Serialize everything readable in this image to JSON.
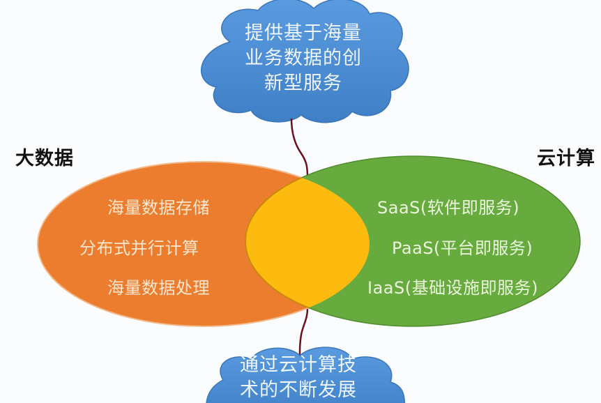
{
  "left_circle": {
    "title": "大数据",
    "items": [
      "海量数据存储",
      "分布式并行计算",
      "海量数据处理"
    ],
    "color": "#ec7d2e"
  },
  "right_circle": {
    "title": "云计算",
    "items": [
      "SaaS(软件即服务)",
      "PaaS(平台即服务)",
      "IaaS(基础设施即服务)"
    ],
    "color": "#67ab3f"
  },
  "intersection": {
    "color": "#fdbb10"
  },
  "top_cloud": {
    "lines": [
      "提供基于海量",
      "业务数据的创",
      "新型服务"
    ],
    "color": "#4d8fd4"
  },
  "bottom_cloud": {
    "lines": [
      "通过云计算技",
      "术的不断发展"
    ],
    "color": "#4d8fd4"
  },
  "connector_color": "#6e0f1e"
}
